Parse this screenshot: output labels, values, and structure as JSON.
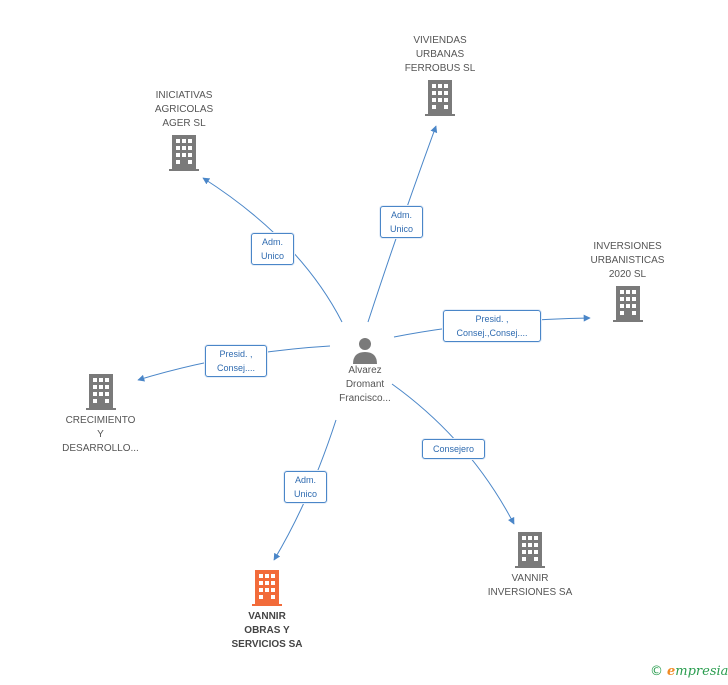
{
  "center": {
    "name": "Alvarez\nDromant\nFrancisco..."
  },
  "companies": {
    "viviendas": "VIVIENDAS\nURBANAS\nFERROBUS SL",
    "iniciativas": "INICIATIVAS\nAGRICOLAS\nAGER SL",
    "inversiones_urb": "INVERSIONES\nURBANISTICAS\n2020 SL",
    "crecimiento": "CRECIMIENTO\nY\nDESARROLLO...",
    "vannir_inv": "VANNIR\nINVERSIONES SA",
    "vannir_obras": "VANNIR\nOBRAS Y\nSERVICIOS SA"
  },
  "roles": {
    "viviendas": "Adm.\nUnico",
    "iniciativas": "Adm.\nUnico",
    "inversiones_urb": "Presid. ,\nConsej.,Consej....",
    "crecimiento": "Presid. ,\nConsej....",
    "vannir_inv": "Consejero",
    "vannir_obras": "Adm.\nUnico"
  },
  "colors": {
    "edge": "#4a86c8",
    "building": "#7a7a7a",
    "building_focus": "#f26b3a",
    "person": "#7a7a7a"
  },
  "footer": {
    "copyright": "©",
    "brand_initial": "e",
    "brand_rest": "mpresia"
  }
}
